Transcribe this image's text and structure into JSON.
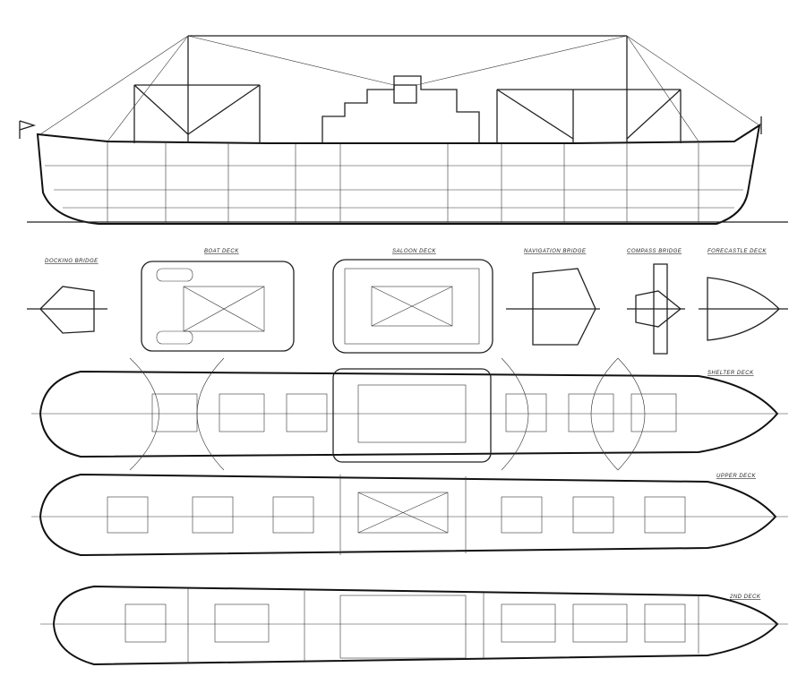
{
  "drawing": {
    "views": {
      "docking_bridge": "DOCKING BRIDGE",
      "boat_deck": "BOAT DECK",
      "saloon_deck": "SALOON DECK",
      "navigation_bridge": "NAVIGATION BRIDGE",
      "compass_bridge": "COMPASS BRIDGE",
      "forecastle_deck": "FORECASTLE DECK",
      "shelter_deck": "SHELTER DECK",
      "upper_deck": "UPPER DECK",
      "second_deck": "2ND DECK"
    },
    "line_color": "#222222",
    "background": "#ffffff"
  }
}
